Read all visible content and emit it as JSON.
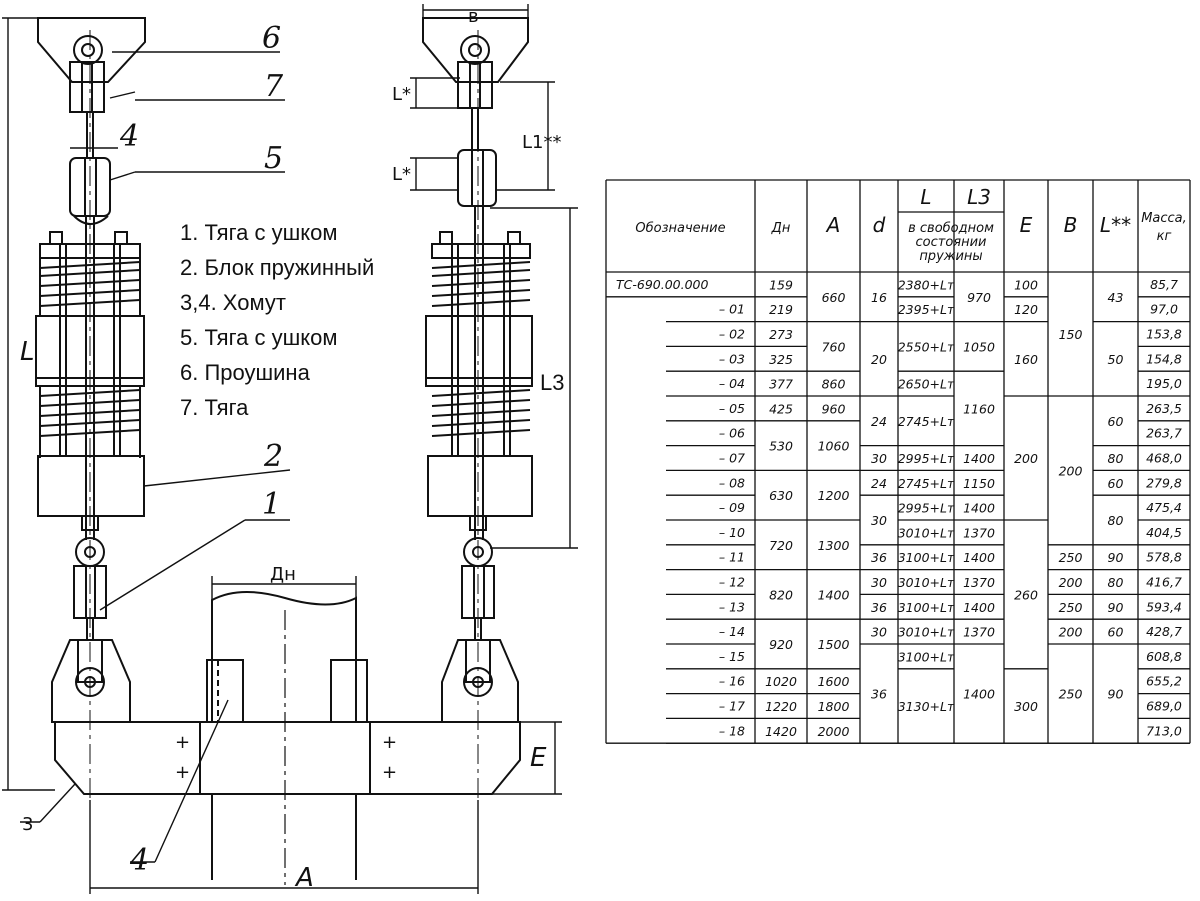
{
  "drawing": {
    "legend": [
      "1. Тяга с ушком",
      "2. Блок пружинный",
      "3,4. Хомут",
      "5. Тяга с ушком",
      "6. Проушина",
      "7. Тяга"
    ],
    "leaders": {
      "n6": "6",
      "n7": "7",
      "n4top": "4",
      "n5": "5",
      "n2": "2",
      "n1": "1",
      "n3": "3",
      "n4bot": "4"
    },
    "dimensions": {
      "L": "L",
      "B": "в",
      "L_star_top": "L*",
      "L_star_mid": "L*",
      "L1": "L1**",
      "L3": "L3",
      "Dn": "Дн",
      "E": "E",
      "A": "A"
    }
  },
  "table": {
    "headers": {
      "designation": "Обозначение",
      "dn": "Дн",
      "a": "A",
      "d": "d",
      "l": "L",
      "l3": "L3",
      "free_state": "в свободном состоянии пружины",
      "e": "E",
      "b": "B",
      "lss": "L**",
      "mass": "Масса, кг"
    },
    "designations": [
      "ТС-690.00.000",
      "– 01",
      "– 02",
      "– 03",
      "– 04",
      "– 05",
      "– 06",
      "– 07",
      "– 08",
      "– 09",
      "– 10",
      "– 11",
      "– 12",
      "– 13",
      "– 14",
      "– 15",
      "– 16",
      "– 17",
      "– 18"
    ],
    "dn": [
      {
        "r0": 0,
        "r1": 0,
        "v": "159"
      },
      {
        "r0": 1,
        "r1": 1,
        "v": "219"
      },
      {
        "r0": 2,
        "r1": 2,
        "v": "273"
      },
      {
        "r0": 3,
        "r1": 3,
        "v": "325"
      },
      {
        "r0": 4,
        "r1": 4,
        "v": "377"
      },
      {
        "r0": 5,
        "r1": 5,
        "v": "425"
      },
      {
        "r0": 6,
        "r1": 7,
        "v": "530"
      },
      {
        "r0": 8,
        "r1": 9,
        "v": "630"
      },
      {
        "r0": 10,
        "r1": 11,
        "v": "720"
      },
      {
        "r0": 12,
        "r1": 13,
        "v": "820"
      },
      {
        "r0": 14,
        "r1": 15,
        "v": "920"
      },
      {
        "r0": 16,
        "r1": 16,
        "v": "1020"
      },
      {
        "r0": 17,
        "r1": 17,
        "v": "1220"
      },
      {
        "r0": 18,
        "r1": 18,
        "v": "1420"
      }
    ],
    "a": [
      {
        "r0": 0,
        "r1": 1,
        "v": "660"
      },
      {
        "r0": 2,
        "r1": 3,
        "v": "760"
      },
      {
        "r0": 4,
        "r1": 4,
        "v": "860"
      },
      {
        "r0": 5,
        "r1": 5,
        "v": "960"
      },
      {
        "r0": 6,
        "r1": 7,
        "v": "1060"
      },
      {
        "r0": 8,
        "r1": 9,
        "v": "1200"
      },
      {
        "r0": 10,
        "r1": 11,
        "v": "1300"
      },
      {
        "r0": 12,
        "r1": 13,
        "v": "1400"
      },
      {
        "r0": 14,
        "r1": 15,
        "v": "1500"
      },
      {
        "r0": 16,
        "r1": 16,
        "v": "1600"
      },
      {
        "r0": 17,
        "r1": 17,
        "v": "1800"
      },
      {
        "r0": 18,
        "r1": 18,
        "v": "2000"
      }
    ],
    "d": [
      {
        "r0": 0,
        "r1": 1,
        "v": "16"
      },
      {
        "r0": 2,
        "r1": 4,
        "v": "20"
      },
      {
        "r0": 5,
        "r1": 6,
        "v": "24"
      },
      {
        "r0": 7,
        "r1": 7,
        "v": "30"
      },
      {
        "r0": 8,
        "r1": 8,
        "v": "24"
      },
      {
        "r0": 9,
        "r1": 10,
        "v": "30"
      },
      {
        "r0": 11,
        "r1": 11,
        "v": "36"
      },
      {
        "r0": 12,
        "r1": 12,
        "v": "30"
      },
      {
        "r0": 13,
        "r1": 13,
        "v": "36"
      },
      {
        "r0": 14,
        "r1": 14,
        "v": "30"
      },
      {
        "r0": 15,
        "r1": 18,
        "v": "36"
      }
    ],
    "l": [
      {
        "r0": 0,
        "r1": 0,
        "v": "2380+Lт"
      },
      {
        "r0": 1,
        "r1": 1,
        "v": "2395+Lт"
      },
      {
        "r0": 2,
        "r1": 3,
        "v": "2550+Lт"
      },
      {
        "r0": 4,
        "r1": 4,
        "v": "2650+Lт"
      },
      {
        "r0": 5,
        "r1": 6,
        "v": "2745+Lт"
      },
      {
        "r0": 7,
        "r1": 7,
        "v": "2995+Lт"
      },
      {
        "r0": 8,
        "r1": 8,
        "v": "2745+Lт"
      },
      {
        "r0": 9,
        "r1": 9,
        "v": "2995+Lт"
      },
      {
        "r0": 10,
        "r1": 10,
        "v": "3010+Lт"
      },
      {
        "r0": 11,
        "r1": 11,
        "v": "3100+Lт"
      },
      {
        "r0": 12,
        "r1": 12,
        "v": "3010+Lт"
      },
      {
        "r0": 13,
        "r1": 13,
        "v": "3100+Lт"
      },
      {
        "r0": 14,
        "r1": 14,
        "v": "3010+Lт"
      },
      {
        "r0": 15,
        "r1": 15,
        "v": "3100+Lт"
      },
      {
        "r0": 16,
        "r1": 18,
        "v": "3130+Lт"
      }
    ],
    "l3": [
      {
        "r0": 0,
        "r1": 1,
        "v": "970"
      },
      {
        "r0": 2,
        "r1": 3,
        "v": "1050"
      },
      {
        "r0": 4,
        "r1": 6,
        "v": "1160"
      },
      {
        "r0": 7,
        "r1": 7,
        "v": "1400"
      },
      {
        "r0": 8,
        "r1": 8,
        "v": "1150"
      },
      {
        "r0": 9,
        "r1": 9,
        "v": "1400"
      },
      {
        "r0": 10,
        "r1": 10,
        "v": "1370"
      },
      {
        "r0": 11,
        "r1": 11,
        "v": "1400"
      },
      {
        "r0": 12,
        "r1": 12,
        "v": "1370"
      },
      {
        "r0": 13,
        "r1": 13,
        "v": "1400"
      },
      {
        "r0": 14,
        "r1": 14,
        "v": "1370"
      },
      {
        "r0": 15,
        "r1": 18,
        "v": "1400"
      }
    ],
    "e": [
      {
        "r0": 0,
        "r1": 0,
        "v": "100"
      },
      {
        "r0": 1,
        "r1": 1,
        "v": "120"
      },
      {
        "r0": 2,
        "r1": 4,
        "v": "160"
      },
      {
        "r0": 5,
        "r1": 9,
        "v": "200"
      },
      {
        "r0": 10,
        "r1": 15,
        "v": "260"
      },
      {
        "r0": 16,
        "r1": 18,
        "v": "300"
      }
    ],
    "b": [
      {
        "r0": 0,
        "r1": 4,
        "v": "150"
      },
      {
        "r0": 5,
        "r1": 10,
        "v": "200"
      },
      {
        "r0": 11,
        "r1": 11,
        "v": "250"
      },
      {
        "r0": 12,
        "r1": 12,
        "v": "200"
      },
      {
        "r0": 13,
        "r1": 13,
        "v": "250"
      },
      {
        "r0": 14,
        "r1": 14,
        "v": "200"
      },
      {
        "r0": 15,
        "r1": 18,
        "v": "250"
      }
    ],
    "lss": [
      {
        "r0": 0,
        "r1": 1,
        "v": "43"
      },
      {
        "r0": 2,
        "r1": 4,
        "v": "50"
      },
      {
        "r0": 5,
        "r1": 6,
        "v": "60"
      },
      {
        "r0": 7,
        "r1": 7,
        "v": "80"
      },
      {
        "r0": 8,
        "r1": 8,
        "v": "60"
      },
      {
        "r0": 9,
        "r1": 10,
        "v": "80"
      },
      {
        "r0": 11,
        "r1": 11,
        "v": "90"
      },
      {
        "r0": 12,
        "r1": 12,
        "v": "80"
      },
      {
        "r0": 13,
        "r1": 13,
        "v": "90"
      },
      {
        "r0": 14,
        "r1": 14,
        "v": "60"
      },
      {
        "r0": 15,
        "r1": 18,
        "v": "90"
      }
    ],
    "mass": [
      "85,7",
      "97,0",
      "153,8",
      "154,8",
      "195,0",
      "263,5",
      "263,7",
      "468,0",
      "279,8",
      "475,4",
      "404,5",
      "578,8",
      "416,7",
      "593,4",
      "428,7",
      "608,8",
      "655,2",
      "689,0",
      "713,0"
    ]
  }
}
